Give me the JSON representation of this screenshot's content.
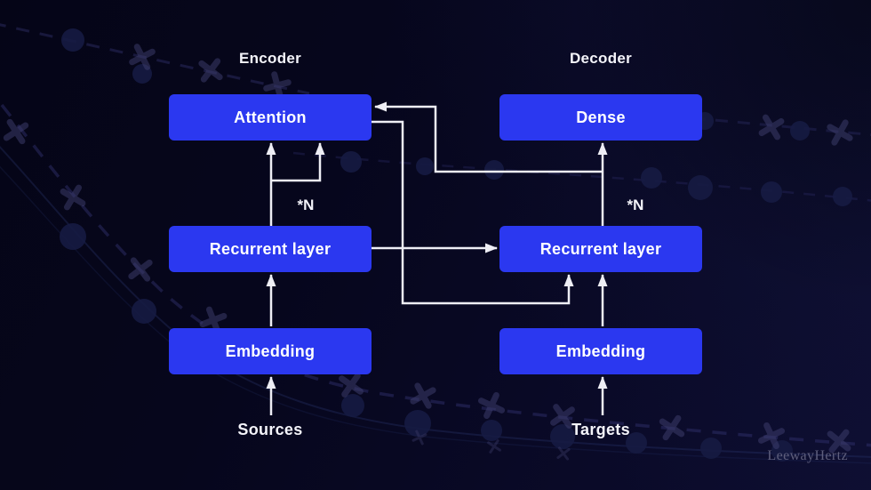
{
  "diagram": {
    "encoder": {
      "header": "Encoder",
      "nodes": {
        "attention": "Attention",
        "recurrent": "Recurrent layer",
        "embedding": "Embedding"
      },
      "repeat_label": "*N",
      "input_label": "Sources"
    },
    "decoder": {
      "header": "Decoder",
      "nodes": {
        "dense": "Dense",
        "recurrent": "Recurrent layer",
        "embedding": "Embedding"
      },
      "repeat_label": "*N",
      "input_label": "Targets"
    },
    "watermark": "LeewayHertz"
  },
  "colors": {
    "background": "#08081f",
    "node-fill": "#2b38f0",
    "node-text": "#ffffff",
    "label-text": "#f4f4fa",
    "arrow": "#eeeef5",
    "watermark": "#5f5f7d",
    "decoration": "#2e2e5e"
  }
}
